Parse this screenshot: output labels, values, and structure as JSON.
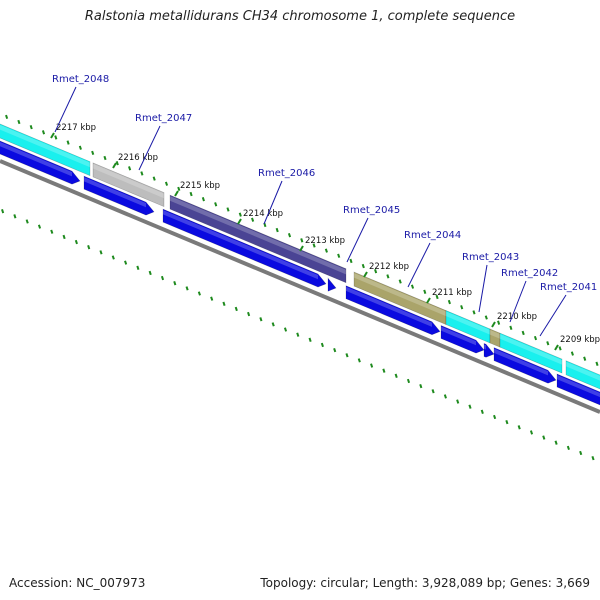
{
  "title": "Ralstonia metallidurans CH34 chromosome 1, complete sequence",
  "footer": {
    "accession": "Accession: NC_007973",
    "topology": "Topology: circular; Length: 3,928,089 bp; Genes: 3,669"
  },
  "colors": {
    "cds_blue": "#0a0ae0",
    "backbone": "#7a7a7a",
    "tick_green": "#1e8a1e",
    "label_blue": "#1a1aa6"
  },
  "ticks": [
    {
      "label": "2217 kbp"
    },
    {
      "label": "2216 kbp"
    },
    {
      "label": "2215 kbp"
    },
    {
      "label": "2214 kbp"
    },
    {
      "label": "2213 kbp"
    },
    {
      "label": "2212 kbp"
    },
    {
      "label": "2211 kbp"
    },
    {
      "label": "2210 kbp"
    },
    {
      "label": "2209 kbp"
    }
  ],
  "genes": [
    {
      "name": "Rmet_2048",
      "color": "#19f0ee"
    },
    {
      "name": "Rmet_2047",
      "color": "#bdbdbd"
    },
    {
      "name": "Rmet_2046",
      "color": "#4a4494"
    },
    {
      "name": "Rmet_2045",
      "color": "#aaa46a"
    },
    {
      "name": "Rmet_2044",
      "color": "#aaa46a"
    },
    {
      "name": "Rmet_2043",
      "color": "#19f0ee"
    },
    {
      "name": "Rmet_2042",
      "color": "#aaa46a"
    },
    {
      "name": "Rmet_2041",
      "color": "#19f0ee"
    }
  ]
}
